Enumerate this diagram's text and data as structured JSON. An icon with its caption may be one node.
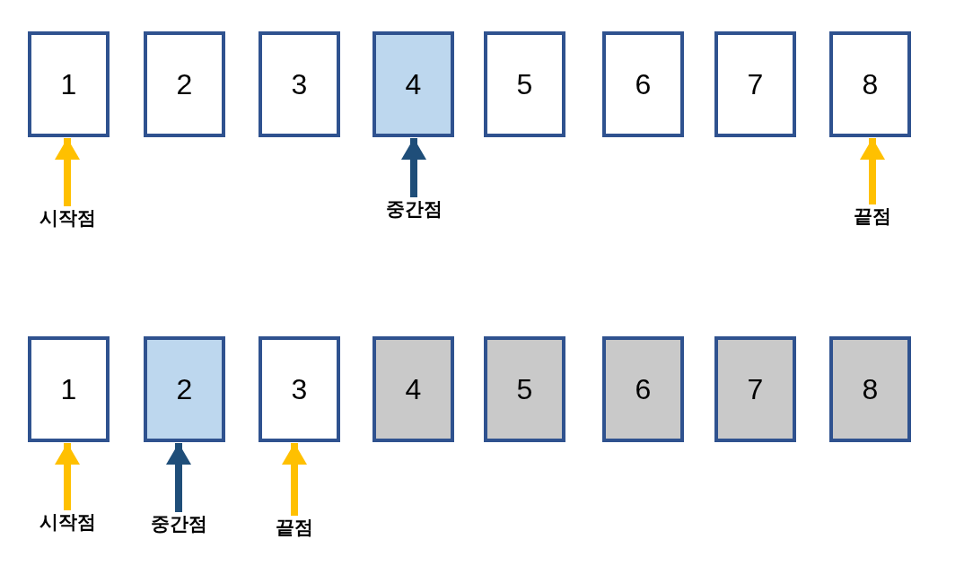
{
  "diagram": {
    "nodes": [
      {
        "text": [
          "1"
        ]
      },
      {
        "text": [
          "2"
        ]
      },
      {
        "text": [
          "3"
        ]
      },
      {
        "text": [
          "4"
        ]
      },
      {
        "text": [
          "5"
        ]
      },
      {
        "text": [
          "6"
        ]
      },
      {
        "text": [
          "7"
        ]
      },
      {
        "text": [
          "8"
        ]
      },
      {
        "text": [
          "시작점"
        ]
      },
      {
        "text": [
          "중간점"
        ]
      },
      {
        "text": [
          "끝점"
        ]
      },
      {
        "text": [
          "1"
        ]
      },
      {
        "text": [
          "2"
        ]
      },
      {
        "text": [
          "3"
        ]
      },
      {
        "text": [
          "4"
        ]
      },
      {
        "text": [
          "5"
        ]
      },
      {
        "text": [
          "6"
        ]
      },
      {
        "text": [
          "7"
        ]
      },
      {
        "text": [
          "8"
        ]
      },
      {
        "text": [
          "시작점"
        ]
      },
      {
        "text": [
          "중간점"
        ]
      },
      {
        "text": [
          "끝점"
        ]
      }
    ],
    "edges": [
      {
        "from": 8,
        "to": 0,
        "arrow": "to"
      },
      {
        "from": 9,
        "to": 3,
        "arrow": "to",
        "color": "#1f4e79"
      },
      {
        "from": 10,
        "to": 7,
        "arrow": "to"
      },
      {
        "from": 19,
        "to": 11,
        "arrow": "to"
      },
      {
        "from": 20,
        "to": 12,
        "arrow": "to",
        "color": "#1f4e79"
      },
      {
        "from": 21,
        "to": 13,
        "arrow": "to"
      }
    ]
  }
}
